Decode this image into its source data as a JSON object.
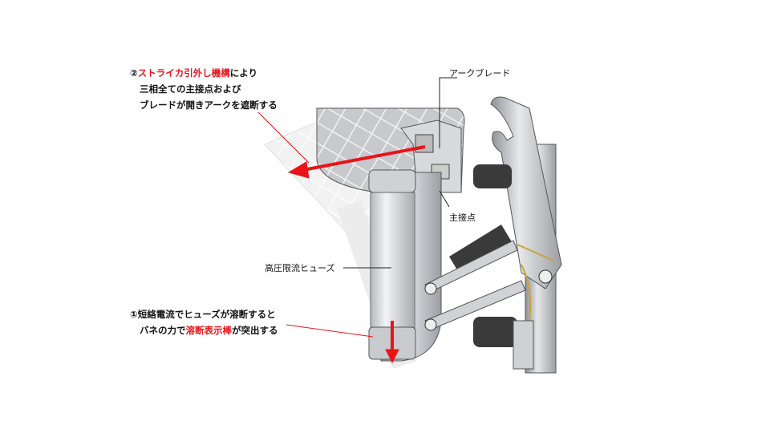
{
  "annotation_2": {
    "num": "②",
    "highlight": "ストライカ引外し機構",
    "rest": "により",
    "line2": "三相全ての主接点および",
    "line3": "ブレードが開きアークを遮断する"
  },
  "annotation_1": {
    "num": "①",
    "line1": "短絡電流でヒューズが溶断すると",
    "line2_pre": "バネの力で",
    "line2_highlight": "溶断表示棒",
    "line2_post": "が突出する"
  },
  "labels": {
    "arc_blade": "アークブレード",
    "main_contact": "主接点",
    "fuse": "高圧限流ヒューズ"
  },
  "colors": {
    "highlight": "#e8141a",
    "metal": "#b9bcc0",
    "rubber": "#3a3a3a"
  }
}
